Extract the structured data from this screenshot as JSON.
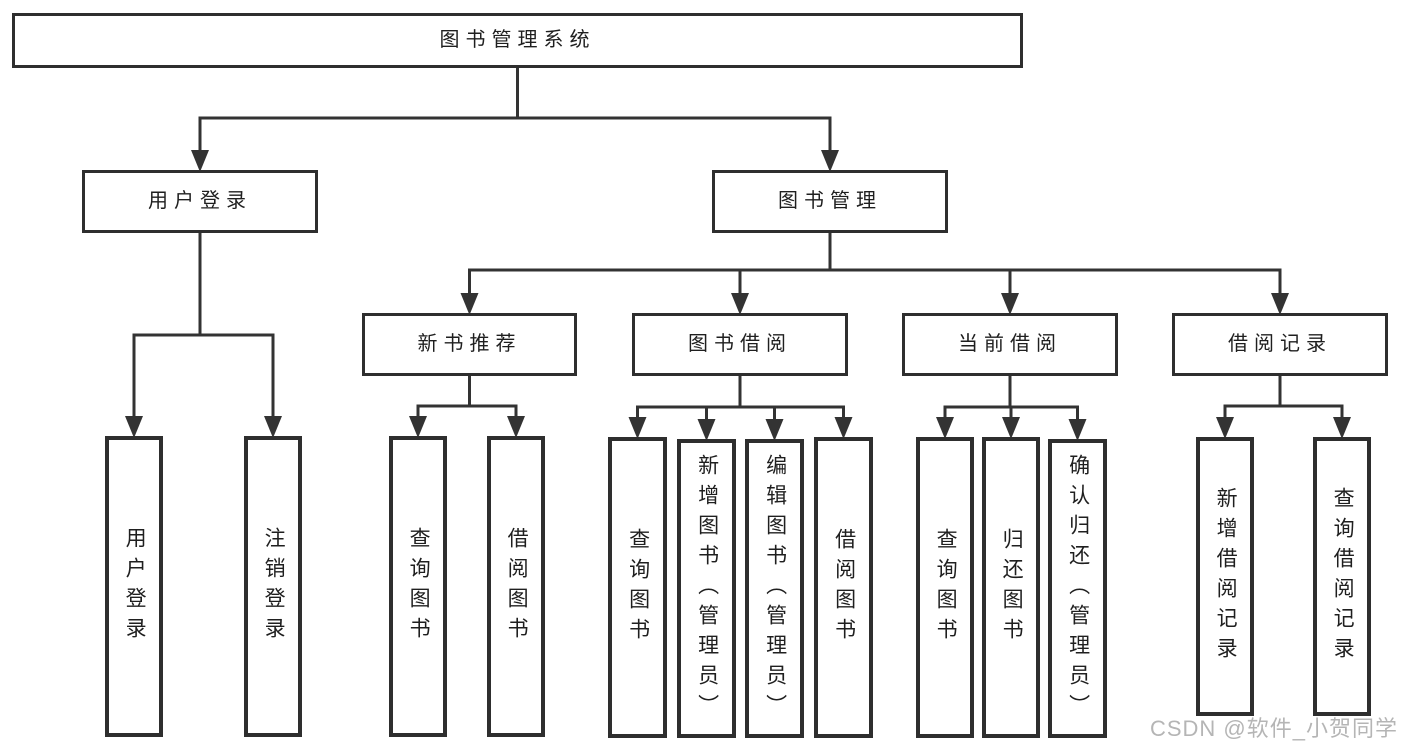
{
  "watermark": "CSDN @软件_小贺同学",
  "colors": {
    "background": "#ffffff",
    "line": "#333333",
    "box_border": "#2e2e2e",
    "text": "#1f1f1f",
    "watermark": "#b5b5b5"
  },
  "tree": {
    "id": "root",
    "label": "图书管理系统",
    "children": [
      {
        "id": "user-login",
        "label": "用户登录",
        "children": [
          {
            "id": "user-login-action",
            "label": "用户登录",
            "vertical": true
          },
          {
            "id": "logout",
            "label": "注销登录",
            "vertical": true
          }
        ]
      },
      {
        "id": "book-mgmt",
        "label": "图书管理",
        "children": [
          {
            "id": "new-book-rec",
            "label": "新书推荐",
            "children": [
              {
                "id": "nbr-query",
                "label": "查询图书",
                "vertical": true
              },
              {
                "id": "nbr-borrow",
                "label": "借阅图书",
                "vertical": true
              }
            ]
          },
          {
            "id": "book-borrow",
            "label": "图书借阅",
            "children": [
              {
                "id": "bb-query",
                "label": "查询图书",
                "vertical": true
              },
              {
                "id": "bb-add",
                "label": "新增图书（管理员）",
                "vertical": true
              },
              {
                "id": "bb-edit",
                "label": "编辑图书（管理员）",
                "vertical": true
              },
              {
                "id": "bb-borrow",
                "label": "借阅图书",
                "vertical": true
              }
            ]
          },
          {
            "id": "current-borrow",
            "label": "当前借阅",
            "children": [
              {
                "id": "cb-query",
                "label": "查询图书",
                "vertical": true
              },
              {
                "id": "cb-return",
                "label": "归还图书",
                "vertical": true
              },
              {
                "id": "cb-confirm",
                "label": "确认归还（管理员）",
                "vertical": true
              }
            ]
          },
          {
            "id": "borrow-records",
            "label": "借阅记录",
            "children": [
              {
                "id": "br-add",
                "label": "新增借阅记录",
                "vertical": true
              },
              {
                "id": "br-query",
                "label": "查询借阅记录",
                "vertical": true
              }
            ]
          }
        ]
      }
    ]
  }
}
